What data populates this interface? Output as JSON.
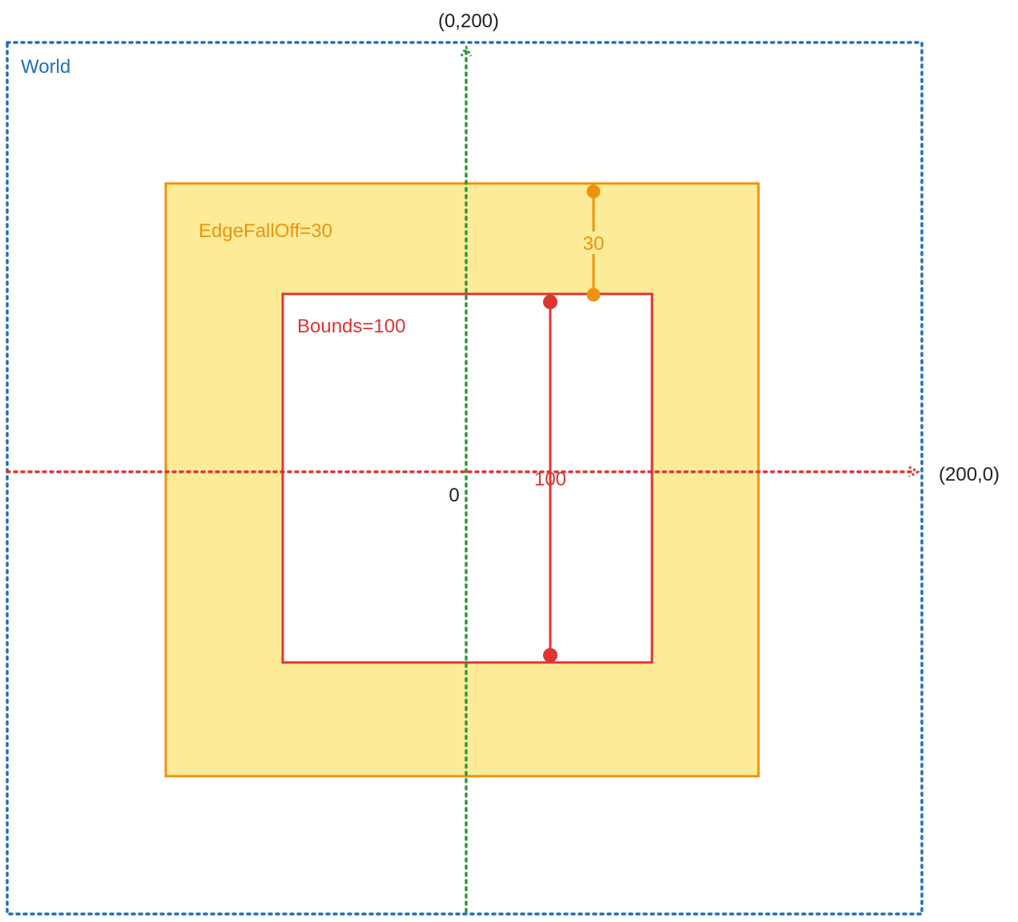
{
  "labels": {
    "world": "World",
    "edge_falloff": "EdgeFallOff=30",
    "bounds": "Bounds=100",
    "falloff_measure": "30",
    "bounds_measure": "100",
    "origin": "0",
    "y_axis_end": "(0,200)",
    "x_axis_end": "(200,0)"
  },
  "colors": {
    "world": "#1f6fbf",
    "falloff_fill": "#feeb98",
    "falloff_stroke": "#ee930d",
    "bounds": "#e03333",
    "y_axis": "#2b9a3a",
    "x_axis": "#e03333",
    "text": "#222222"
  }
}
